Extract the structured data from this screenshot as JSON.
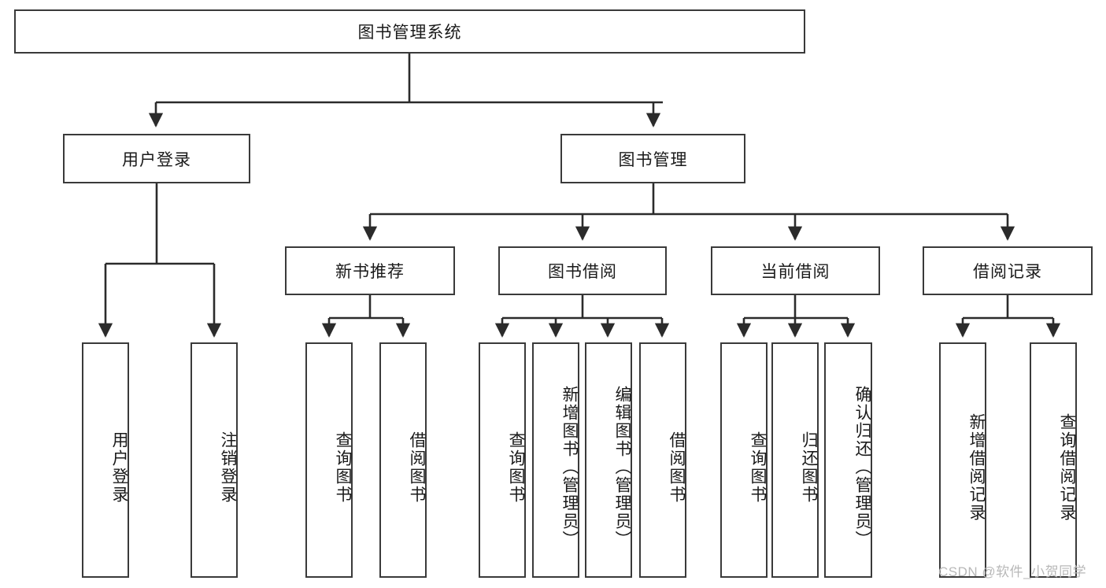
{
  "diagram": {
    "type": "tree-hierarchy",
    "title": "图书管理系统",
    "watermark": "CSDN @软件_小贺同学",
    "colors": {
      "box_border": "#3a3a3a",
      "box_fill": "#ffffff",
      "connector": "#2b2b2b",
      "text": "#1a1a1a",
      "watermark": "#b8b8b8",
      "background": "#ffffff"
    },
    "levels": {
      "root": {
        "label": "图书管理系统"
      },
      "level2": [
        {
          "label": "用户登录"
        },
        {
          "label": "图书管理"
        }
      ],
      "level3": [
        {
          "label": "新书推荐"
        },
        {
          "label": "图书借阅"
        },
        {
          "label": "当前借阅"
        },
        {
          "label": "借阅记录"
        }
      ],
      "leaves": {
        "user_login": [
          {
            "label": "用户登录"
          },
          {
            "label": "注销登录"
          }
        ],
        "new_book_recommend": [
          {
            "label": "查询图书"
          },
          {
            "label": "借阅图书"
          }
        ],
        "book_borrow": [
          {
            "label": "查询图书"
          },
          {
            "label": "新增图书（管理员）"
          },
          {
            "label": "编辑图书（管理员）"
          },
          {
            "label": "借阅图书"
          }
        ],
        "current_borrow": [
          {
            "label": "查询图书"
          },
          {
            "label": "归还图书"
          },
          {
            "label": "确认归还（管理员）"
          }
        ],
        "borrow_record": [
          {
            "label": "新增借阅记录"
          },
          {
            "label": "查询借阅记录"
          }
        ]
      }
    }
  }
}
